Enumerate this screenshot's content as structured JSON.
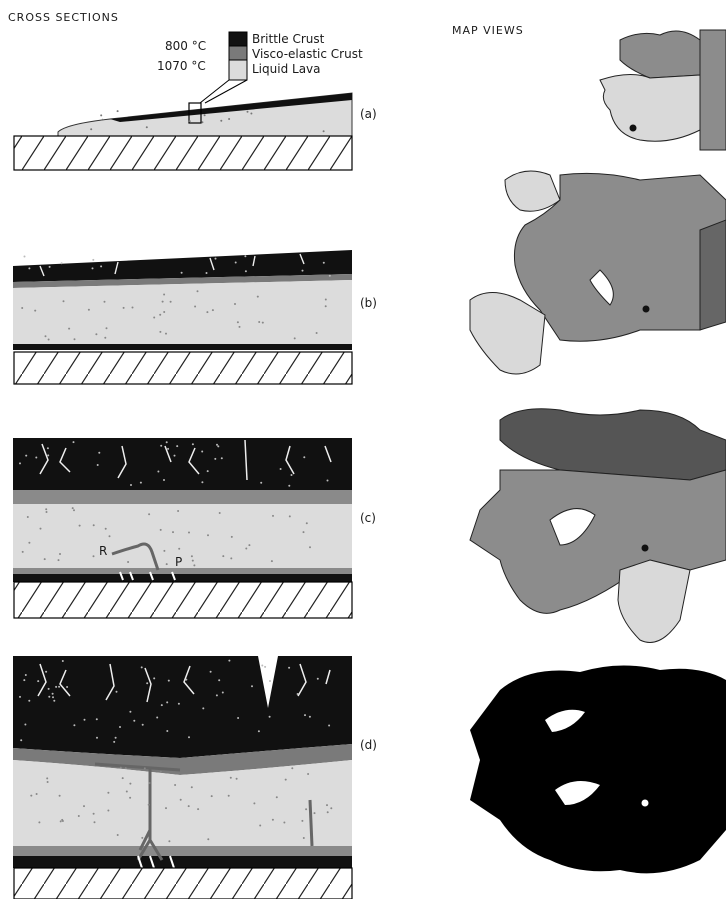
{
  "headers": {
    "cross_sections": "CROSS SECTIONS",
    "map_views": "MAP VIEWS"
  },
  "legend": {
    "temp_top": "800 °C",
    "temp_bottom": "1070 °C",
    "items": [
      {
        "label": "Brittle Crust",
        "color": "#111111"
      },
      {
        "label": "Visco-elastic Crust",
        "color": "#7a7a7a"
      },
      {
        "label": "Liquid Lava",
        "color": "#dcdcdc"
      }
    ]
  },
  "panels": [
    {
      "label": "(a)"
    },
    {
      "label": "(b)"
    },
    {
      "label": "(c)"
    },
    {
      "label": "(d)"
    }
  ],
  "annotations": {
    "r": "R",
    "p": "P"
  },
  "colors": {
    "brittle": "#111111",
    "visco": "#7a7a7a",
    "liquid": "#dcdcdc",
    "mid_gray": "#8a8a8a",
    "map_dark": "#555555",
    "map_mid": "#8c8c8c",
    "map_light": "#d9d9d9"
  }
}
